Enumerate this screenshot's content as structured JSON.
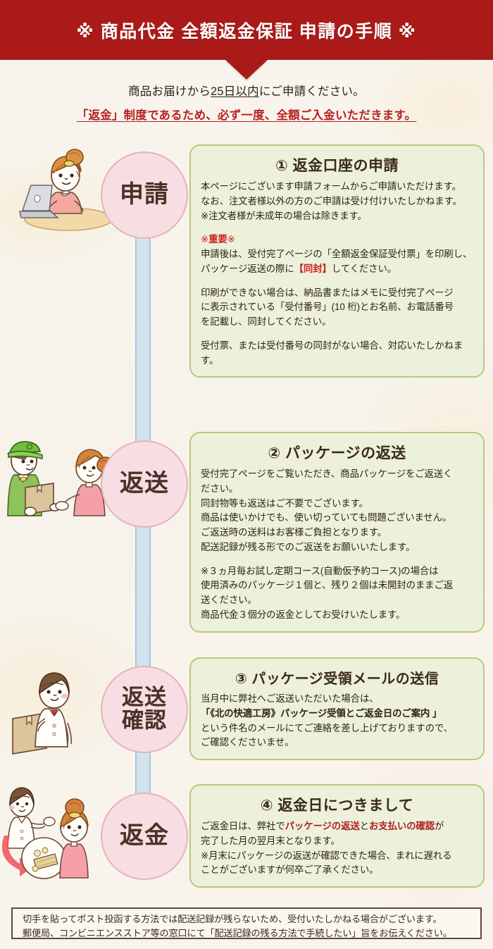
{
  "banner": {
    "title": "※ 商品代金 全額返金保証 申請の手順 ※",
    "color": "#a91a18"
  },
  "lead": {
    "line1_prefix": "商品お届けから",
    "line1_underline": "25日以内",
    "line1_suffix": "にご申請ください。",
    "line2": "「返金」制度であるため、必ず一度、全額ご入金いただきます。",
    "line2_color": "#b52222"
  },
  "steps": [
    {
      "badge": "申請",
      "badge_lines": [
        "申請"
      ],
      "illustration": "woman-at-laptop-icon",
      "title": "① 返金口座の申請",
      "blocks": [
        {
          "lines": [
            {
              "text": "本ページにございます申請フォームからご申請いただけます。"
            },
            {
              "text": "なお、注文者様以外の方のご申請は受け付けいたしかねます。"
            },
            {
              "text": "※注文者様が未成年の場合は除きます。"
            }
          ]
        },
        {
          "lines": [
            {
              "segments": [
                {
                  "t": "※",
                  "style": "red"
                },
                {
                  "t": "重要",
                  "style": "red-b"
                },
                {
                  "t": "※",
                  "style": "red"
                }
              ]
            },
            {
              "segments": [
                {
                  "t": "申請後は、受付完了ページの「全額返金保証受付票」を印刷し、",
                  "style": "plain"
                }
              ]
            },
            {
              "segments": [
                {
                  "t": "パッケージ返送の際に",
                  "style": "plain"
                },
                {
                  "t": "【同封】",
                  "style": "red-b"
                },
                {
                  "t": "してください。",
                  "style": "plain"
                }
              ]
            }
          ]
        },
        {
          "lines": [
            {
              "text": "印刷ができない場合は、納品書またはメモに受付完了ページ"
            },
            {
              "text": "に表示されている「受付番号」(10 桁)とお名前、お電話番号"
            },
            {
              "text": "を記載し、同封してください。"
            }
          ]
        },
        {
          "lines": [
            {
              "text": "受付票、または受付番号の同封がない場合、対応いたしかねま",
              "style": "red"
            },
            {
              "text": "す。",
              "style": "red"
            }
          ]
        }
      ]
    },
    {
      "badge": "返送",
      "badge_lines": [
        "返送"
      ],
      "illustration": "delivery-handoff-icon",
      "title": "② パッケージの返送",
      "blocks": [
        {
          "lines": [
            {
              "text": "受付完了ページをご覧いただき、商品パッケージをご返送く"
            },
            {
              "text": "ださい。"
            },
            {
              "text": "同封物等も返送はご不要でございます。"
            },
            {
              "text": "商品は使いかけでも、使い切っていても問題ございません。"
            },
            {
              "text": "ご返送時の送料はお客様ご負担となります。"
            },
            {
              "text": "配送記録が残る形でのご返送をお願いいたします。"
            }
          ]
        },
        {
          "lines": [
            {
              "text": "※３ヵ月毎お試し定期コース(自動仮予約コース)の場合は"
            },
            {
              "text": "使用済みのパッケージ１個と、残り２個は未開封のままご返"
            },
            {
              "text": "送ください。"
            },
            {
              "text": "商品代金３個分の返金としてお受けいたします。"
            }
          ]
        }
      ]
    },
    {
      "badge": "返送確認",
      "badge_lines": [
        "返送",
        "確認"
      ],
      "illustration": "staff-with-box-icon",
      "title": "③ パッケージ受領メールの送信",
      "blocks": [
        {
          "lines": [
            {
              "text": "当月中に弊社へご返送いただいた場合は、"
            },
            {
              "text": "「《北の快適工房》パッケージ受領とご返金日のご案内 」",
              "style": "dark-red-b"
            },
            {
              "text": "という件名のメールにてご連絡を差し上げておりますので、"
            },
            {
              "text": "ご確認くださいませ。"
            }
          ]
        }
      ]
    },
    {
      "badge": "返金",
      "badge_lines": [
        "返金"
      ],
      "illustration": "refund-money-icon",
      "title": "④ 返金日につきまして",
      "blocks": [
        {
          "lines": [
            {
              "segments": [
                {
                  "t": "ご返金日は、弊社で",
                  "style": "plain"
                },
                {
                  "t": "パッケージの返送",
                  "style": "dark-red-b"
                },
                {
                  "t": "と",
                  "style": "plain"
                },
                {
                  "t": "お支払いの確認",
                  "style": "dark-red-b"
                },
                {
                  "t": "が",
                  "style": "plain"
                }
              ]
            },
            {
              "segments": [
                {
                  "t": "完了した月の翌月末となります。",
                  "style": "plain"
                }
              ]
            },
            {
              "segments": [
                {
                  "t": "※月末にパッケージの返送が確認できた場合、まれに遅れる",
                  "style": "plain"
                }
              ]
            },
            {
              "segments": [
                {
                  "t": "ことがございますが何卒ご了承ください。",
                  "style": "plain"
                }
              ]
            }
          ]
        }
      ]
    }
  ],
  "footnote": {
    "line1": "切手を貼ってポスト投函する方法では配送記録が残らないため、受付いたしかねる場合がございます。",
    "line2": "郵便局、コンビニエンスストア等の窓口にて「配送記録の残る方法で手続したい」旨をお伝えください。"
  },
  "colors": {
    "banner_red": "#a91a18",
    "card_bg": "#edf1dc",
    "card_border": "#b9c77e",
    "badge_bg": "#f6dee2",
    "badge_border": "#e6b3bd",
    "connector": "#d4e3f0",
    "page_bg": "#f7f4ec"
  }
}
